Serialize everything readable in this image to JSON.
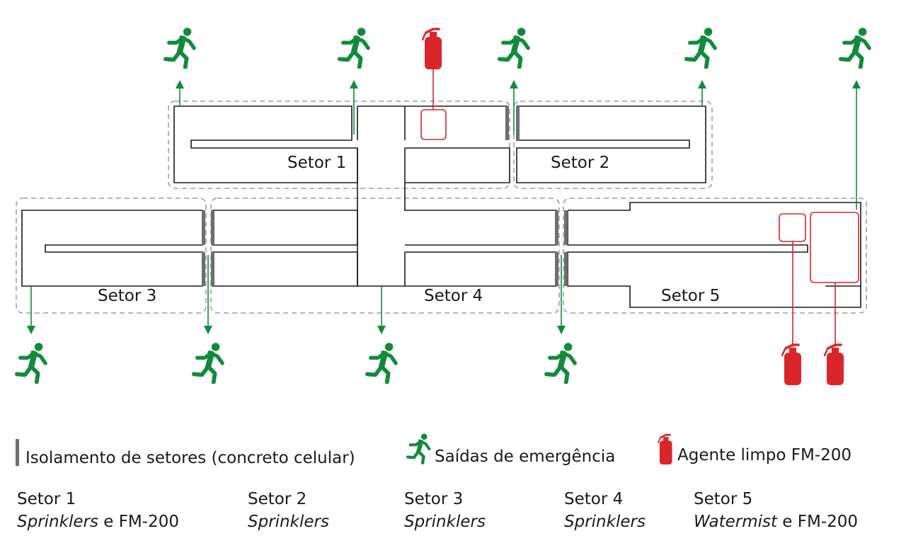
{
  "sectors": [
    {
      "id": 1,
      "label": "Setor 1",
      "sys_it": "Sprinklers",
      "sys_rest": " e FM-200"
    },
    {
      "id": 2,
      "label": "Setor 2",
      "sys_it": "Sprinklers",
      "sys_rest": ""
    },
    {
      "id": 3,
      "label": "Setor 3",
      "sys_it": "Sprinklers",
      "sys_rest": ""
    },
    {
      "id": 4,
      "label": "Setor 4",
      "sys_it": "Sprinklers",
      "sys_rest": ""
    },
    {
      "id": 5,
      "label": "Setor 5",
      "sys_it": "Watermist",
      "sys_rest": " e FM-200"
    }
  ],
  "legend": {
    "isolation": "Isolamento de setores (concreto celular)",
    "exits": "Saídas de emergência",
    "agent": "Agente limpo FM-200"
  },
  "colors": {
    "exit_green": "#128a3c",
    "agent_red": "#d8262b",
    "wall": "#1a1a1a",
    "isolation_gray": "#6e6e6e",
    "sector_border": "#8a8a8a"
  },
  "icons": {
    "exit": "running-person-icon",
    "agent": "fire-extinguisher-icon"
  }
}
